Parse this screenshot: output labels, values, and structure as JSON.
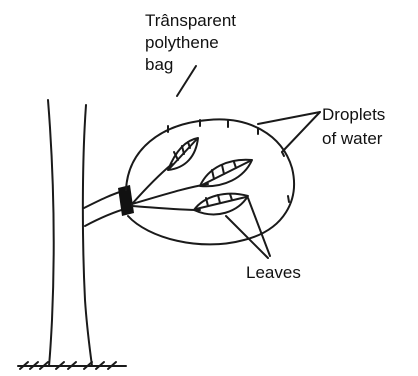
{
  "figure": {
    "labels": {
      "bag_line1": "Trânsparent",
      "bag_line2": "polythene",
      "bag_line3": "bag",
      "droplets_line1": "Droplets",
      "droplets_line2": "of water",
      "leaves": "Leaves"
    },
    "colors": {
      "ink": "#1a1a1a",
      "background": "#ffffff",
      "tie": "#111111"
    }
  }
}
